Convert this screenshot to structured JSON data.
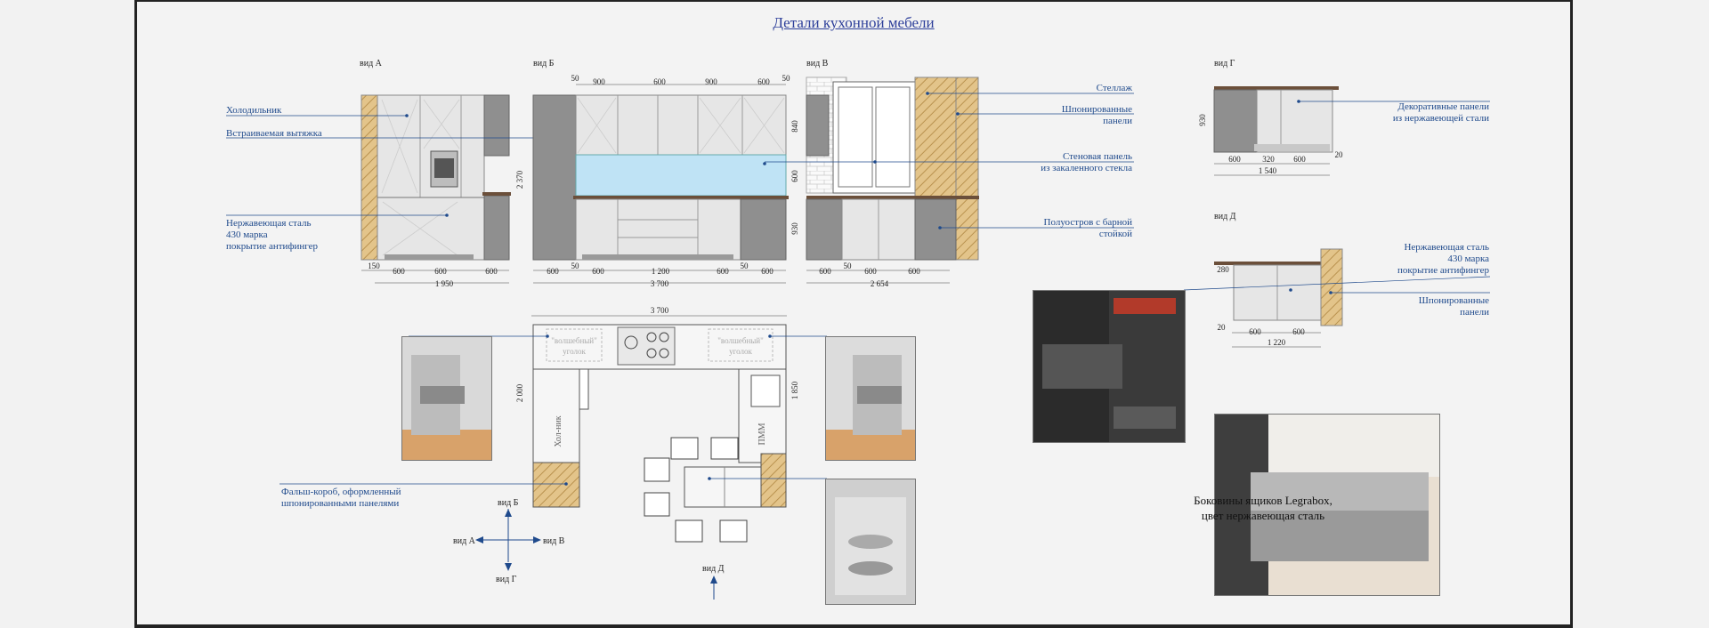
{
  "title": "Детали кухонной мебели",
  "views": {
    "a": "вид А",
    "b": "вид Б",
    "v": "вид В",
    "g": "вид Г",
    "d": "вид Д"
  },
  "labels": {
    "fridge": "Холодильник",
    "hood": "Встраиваемая вытяжка",
    "steel_1": "Нержавеющая сталь",
    "steel_2": "430 марка",
    "steel_3": "покрытие антифингер",
    "shelf": "Стеллаж",
    "veneer_1": "Шпонированные",
    "veneer_2": "панели",
    "glass_1": "Стеновая панель",
    "glass_2": "из закаленного стекла",
    "island_1": "Полуостров с барной",
    "island_2": "стойкой",
    "deco_1": "Декоративные панели",
    "deco_2": "из нержавеющей стали",
    "steel_d1": "Нержавеющая сталь",
    "steel_d2": "430 марка",
    "steel_d3": "покрытие антифингер",
    "veneer_d1": "Шпонированные",
    "veneer_d2": "панели",
    "box_1": "Фальш-короб, оформленный",
    "box_2": "шпонированными панелями",
    "magic_1a": "\"волшебный\"",
    "magic_1b": "уголок",
    "magic_2a": "\"волшебный\"",
    "magic_2b": "уголок",
    "fridge_short": "Хол-ник",
    "pmm": "ПММ",
    "legrabox_1": "Боковины ящиков Legrabox,",
    "legrabox_2": "цвет нержавеющая сталь"
  },
  "dims": {
    "a_bottom": [
      "150",
      "600",
      "600",
      "600"
    ],
    "a_total": "1 950",
    "a_height": "2 370",
    "b_top": [
      "50",
      "900",
      "600",
      "900",
      "600",
      "50"
    ],
    "b_bottom": [
      "600",
      "50",
      "600",
      "1 200",
      "600",
      "50",
      "600"
    ],
    "b_total": "3 700",
    "b_heights": [
      "840",
      "600",
      "930"
    ],
    "v_bottom": [
      "600",
      "50",
      "600",
      "600"
    ],
    "v_total": "2 654",
    "g_bottom": [
      "600",
      "320",
      "600"
    ],
    "g_total": "1 540",
    "g_height": "930",
    "g_side": "20",
    "d_top": "280",
    "d_bottom": [
      "600",
      "600"
    ],
    "d_left": "20",
    "d_total": "1 220",
    "plan_top": "3 700",
    "plan_left": "2 000",
    "plan_right": "1 850"
  },
  "compass": {
    "n": "вид Б",
    "w": "вид А",
    "e": "вид В",
    "s": "вид Г",
    "d": "вид Д"
  }
}
